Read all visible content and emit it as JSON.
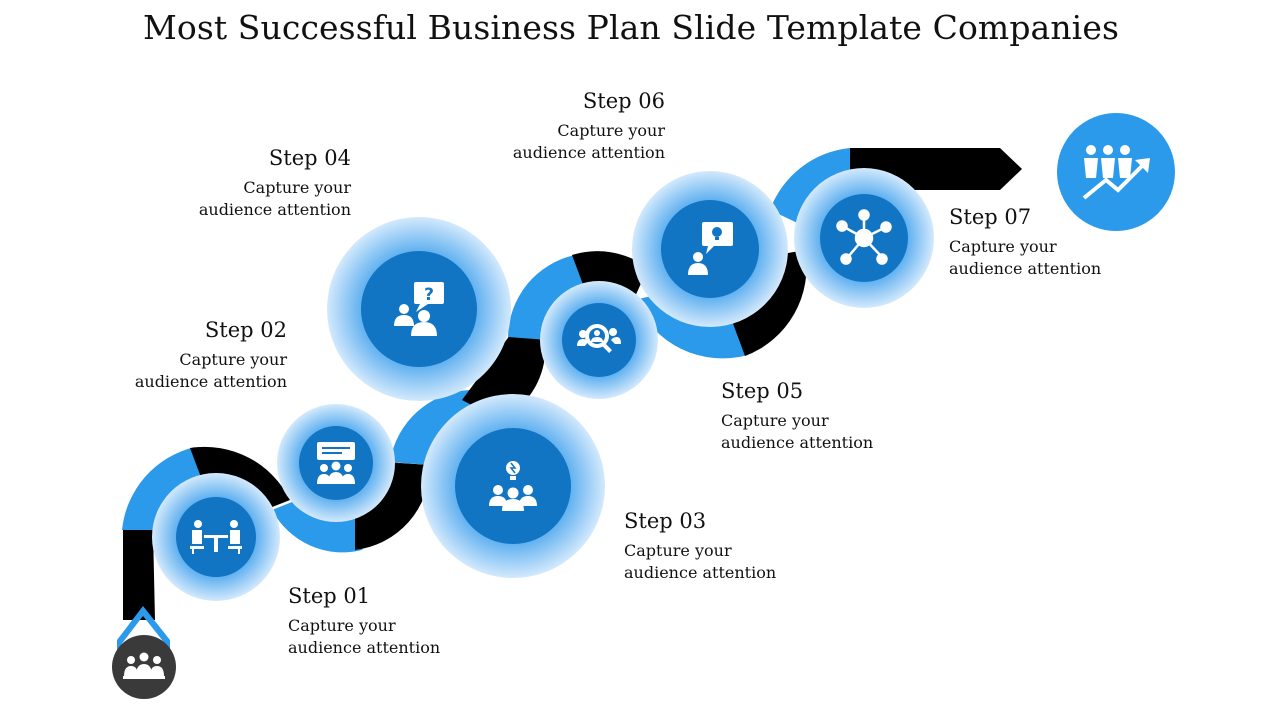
{
  "title": "Most Successful  Business Plan Slide Template Companies",
  "colors": {
    "accent": "#2b9aea",
    "dark_blue": "#1175c4",
    "ring_light": "#c8e3fb",
    "ring_mid": "#5fb0f0",
    "black": "#000000",
    "start_badge": "#3a3a3a"
  },
  "steps": [
    {
      "title": "Step 01",
      "description_line1": "Capture your",
      "description_line2": "audience attention",
      "icon": "meeting-table-icon"
    },
    {
      "title": "Step 02",
      "description_line1": "Capture your",
      "description_line2": "audience attention",
      "icon": "presentation-audience-icon"
    },
    {
      "title": "Step 03",
      "description_line1": "Capture your",
      "description_line2": "audience attention",
      "icon": "team-idea-icon"
    },
    {
      "title": "Step 04",
      "description_line1": "Capture your",
      "description_line2": "audience attention",
      "icon": "question-discussion-icon"
    },
    {
      "title": "Step 05",
      "description_line1": "Capture your",
      "description_line2": "audience attention",
      "icon": "search-people-icon"
    },
    {
      "title": "Step 06",
      "description_line1": "Capture your",
      "description_line2": "audience attention",
      "icon": "idea-speaker-icon"
    },
    {
      "title": "Step 07",
      "description_line1": "Capture your",
      "description_line2": "audience attention",
      "icon": "network-hub-icon"
    }
  ],
  "start_icon": "group-start-icon",
  "end_icon": "growth-team-icon"
}
